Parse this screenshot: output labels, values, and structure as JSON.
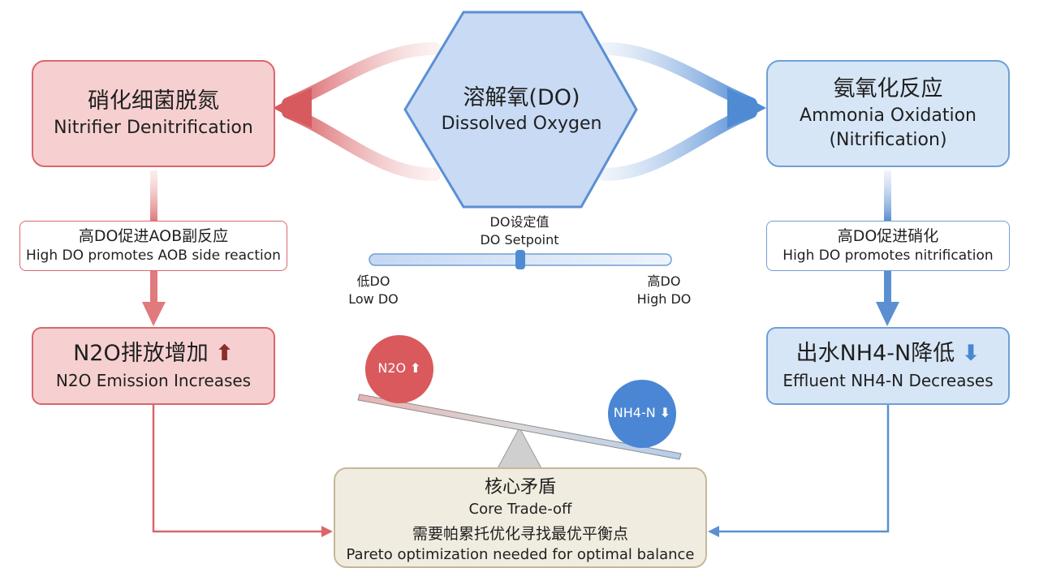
{
  "center": {
    "title_cn": "溶解氧(DO)",
    "title_en": "Dissolved Oxygen"
  },
  "left_top": {
    "cn": "硝化细菌脱氮",
    "en": "Nitrifier Denitrification"
  },
  "right_top": {
    "cn": "氨氧化反应",
    "en_line1": "Ammonia Oxidation",
    "en_line2": "(Nitrification)"
  },
  "left_note": {
    "cn": "高DO促进AOB副反应",
    "en": "High DO promotes AOB side reaction"
  },
  "right_note": {
    "cn": "高DO促进硝化",
    "en": "High DO promotes nitrification"
  },
  "left_result": {
    "cn": "N2O排放增加",
    "arrow": "⬆",
    "en": "N2O Emission Increases"
  },
  "right_result": {
    "cn": "出水NH4-N降低",
    "arrow": "⬇",
    "en": "Effluent NH4-N Decreases"
  },
  "slider": {
    "label_cn": "DO设定值",
    "label_en": "DO Setpoint",
    "low_cn": "低DO",
    "low_en": "Low DO",
    "high_cn": "高DO",
    "high_en": "High DO",
    "value": 0.5
  },
  "balance": {
    "left_ball": "N2O",
    "left_arrow": "⬆",
    "right_ball": "NH4-N",
    "right_arrow": "⬇"
  },
  "core": {
    "cn": "核心矛盾",
    "en": "Core Trade-off",
    "desc_cn": "需要帕累托优化寻找最优平衡点",
    "desc_en": "Pareto optimization needed for optimal balance"
  },
  "colors": {
    "red": "#d9676b",
    "blue": "#5b8fd2",
    "hexagon_fill": "#c9daf5",
    "core_fill": "#f1ece0"
  }
}
